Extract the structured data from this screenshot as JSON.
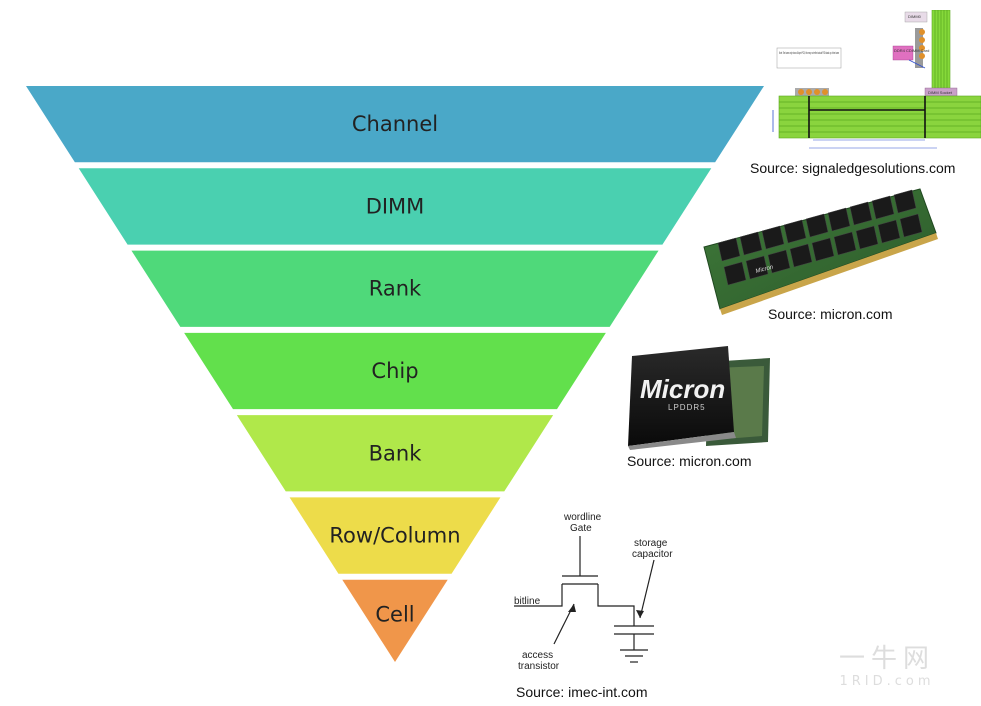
{
  "levels": [
    {
      "label": "Channel",
      "color": "#4aa8c8"
    },
    {
      "label": "DIMM",
      "color": "#4ad0b0"
    },
    {
      "label": "Rank",
      "color": "#4fd97a"
    },
    {
      "label": "Chip",
      "color": "#62e04c"
    },
    {
      "label": "Bank",
      "color": "#b0e84a"
    },
    {
      "label": "Row/Column",
      "color": "#eddc4a"
    },
    {
      "label": "Cell",
      "color": "#f0964a"
    }
  ],
  "images": {
    "channel_board": {
      "caption": "Source: signaledgesolutions.com",
      "note": "Note: Test case only shows 8 layer PCB, this may not reflect actual PCB stack up of test case",
      "dimm_label": "DIMM0",
      "ddr4_label": "DDR4 CDIMM Card",
      "connector_label": "DIMM Socket"
    },
    "dimm_module": {
      "caption": "Source: micron.com",
      "chip_brand": "Micron"
    },
    "chip_package": {
      "caption": "Source: micron.com",
      "brand": "Micron",
      "model": "LPDDR5"
    },
    "cell_circuit": {
      "caption": "Source: imec-int.com",
      "wordline": "wordline",
      "gate": "Gate",
      "storage": "storage",
      "capacitor": "capacitor",
      "bitline": "bitline",
      "access": "access",
      "transistor": "transistor"
    }
  },
  "watermark": {
    "line1": "一牛网",
    "line2": "1RID.com"
  }
}
